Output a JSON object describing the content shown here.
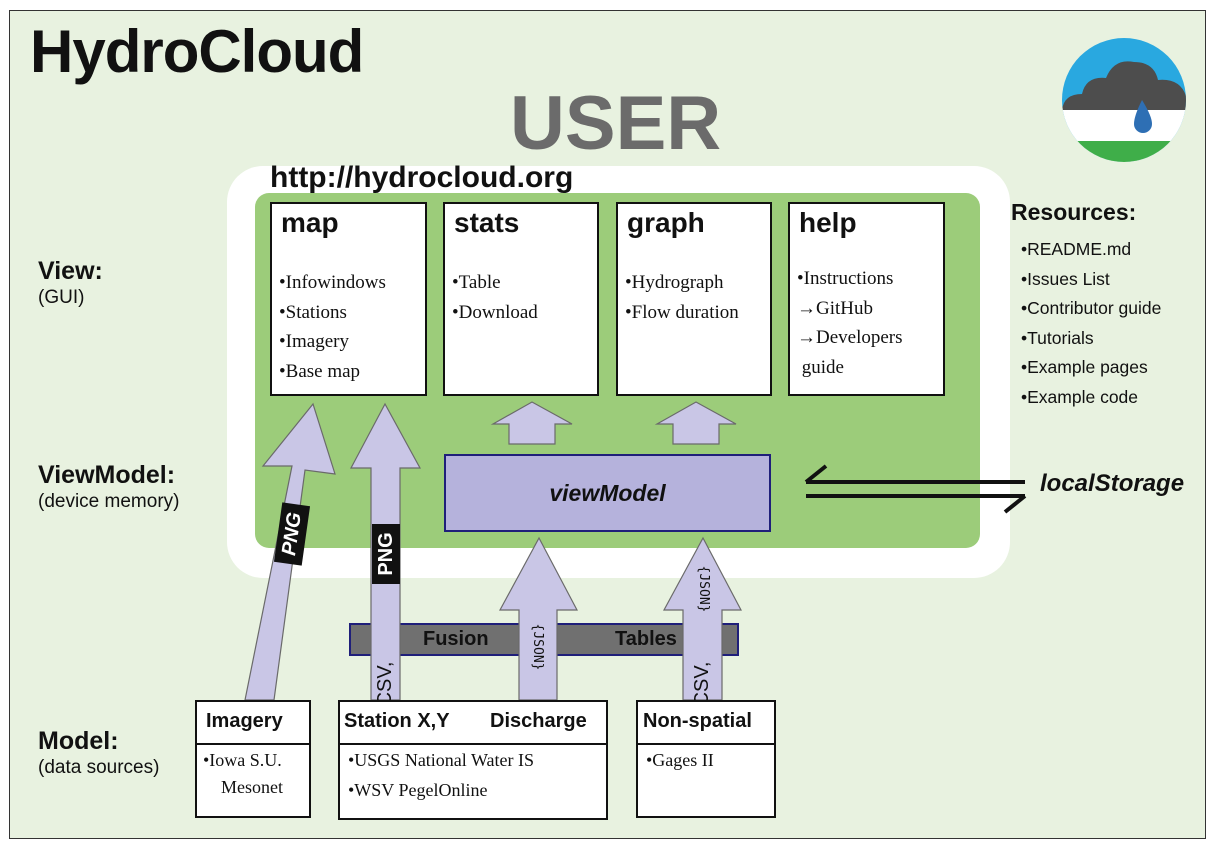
{
  "title": "HydroCloud",
  "user_label": "USER",
  "url": "http://hydrocloud.org",
  "layers": {
    "view": {
      "name": "View:",
      "sub": "(GUI)"
    },
    "viewmodel": {
      "name": "ViewModel:",
      "sub": "(device memory)"
    },
    "model": {
      "name": "Model:",
      "sub": "(data sources)"
    }
  },
  "panels": [
    {
      "title": "map",
      "items": [
        "•Infowindows",
        "•Stations",
        "•Imagery",
        "•Base map"
      ]
    },
    {
      "title": "stats",
      "items": [
        "•Table",
        "•Download"
      ]
    },
    {
      "title": "graph",
      "items": [
        "•Hydrograph",
        "•Flow duration"
      ]
    },
    {
      "title": "help",
      "items": [
        "•Instructions",
        "→GitHub",
        "→Developers",
        " guide"
      ]
    }
  ],
  "resources": {
    "heading": "Resources:",
    "items": [
      "•README.md",
      "•Issues List",
      "•Contributor guide",
      "•Tutorials",
      "•Example pages",
      "•Example code"
    ]
  },
  "viewmodel_label": "viewModel",
  "localstorage_label": "localStorage",
  "fusion": {
    "left": "Fusion",
    "right": "Tables"
  },
  "arrow_labels": {
    "png": "PNG",
    "csv": "CSV,",
    "json": "{JSON}"
  },
  "sources": {
    "imagery": {
      "title": "Imagery",
      "lines": [
        "•Iowa S.U.",
        "Mesonet"
      ]
    },
    "station": {
      "title_left": "Station X,Y",
      "title_right": "Discharge",
      "lines": [
        "•USGS National Water IS",
        "•WSV PegelOnline"
      ]
    },
    "nonspatial": {
      "title": "Non-spatial",
      "lines": [
        "•Gages II"
      ]
    }
  },
  "colors": {
    "background": "#e8f2e0",
    "green_panel": "#9ccc7a",
    "arrow_fill": "#c9c6e6",
    "viewmodel_fill": "#b5b2dc",
    "fusion_fill": "#707070",
    "user_text": "#6b6b6b",
    "logo_sky": "#29a8e0",
    "logo_cloud": "#4d4d4d",
    "logo_drop": "#2e6fb4",
    "logo_grass": "#3fae49"
  }
}
